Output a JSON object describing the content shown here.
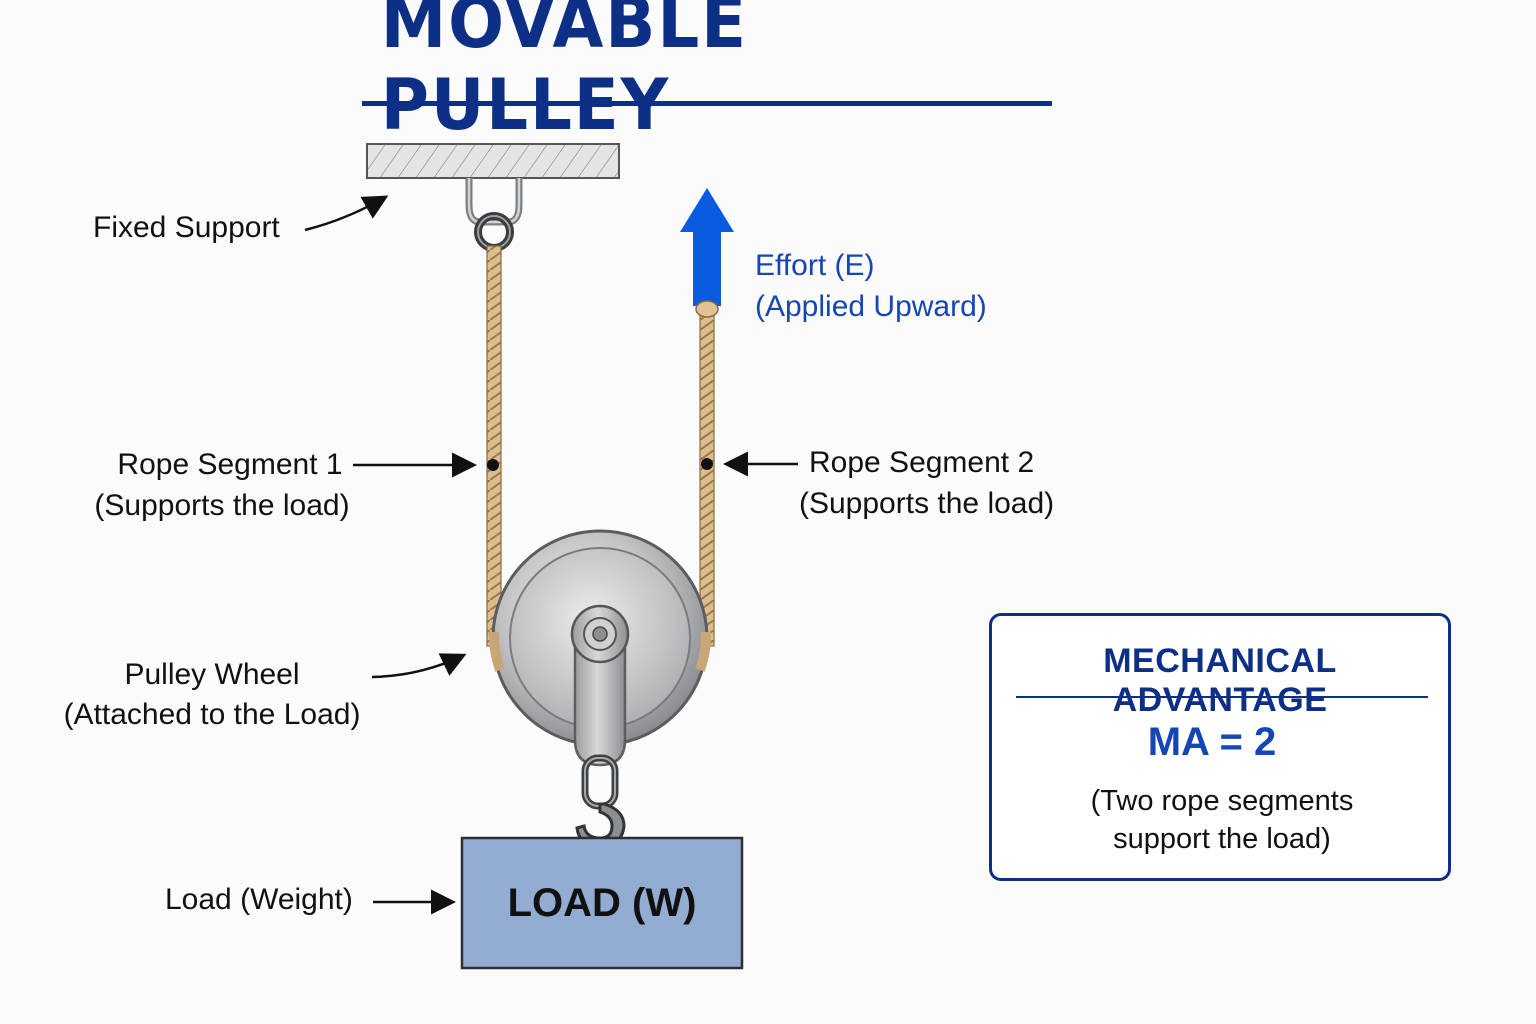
{
  "title": "MOVABLE PULLEY",
  "labels": {
    "fixed_support": "Fixed Support",
    "effort_line1": "Effort (E)",
    "effort_line2": "(Applied Upward)",
    "rope1_line1": "Rope Segment 1",
    "rope1_line2": "(Supports the load)",
    "rope2_line1": "Rope Segment 2",
    "rope2_line2": "(Supports the load)",
    "wheel_line1": "Pulley Wheel",
    "wheel_line2": "(Attached to the Load)",
    "load_label": "Load (Weight)",
    "load_box": "LOAD (W)"
  },
  "mechanical_advantage": {
    "heading": "MECHANICAL ADVANTAGE",
    "formula": "MA = 2",
    "note_line1": "(Two rope segments",
    "note_line2": "support the load)"
  },
  "colors": {
    "title": "#0d2f86",
    "effort": "#1446b4",
    "arrow": "#0a5be0",
    "rope": "#d9b888",
    "load_fill": "#93acd2"
  }
}
